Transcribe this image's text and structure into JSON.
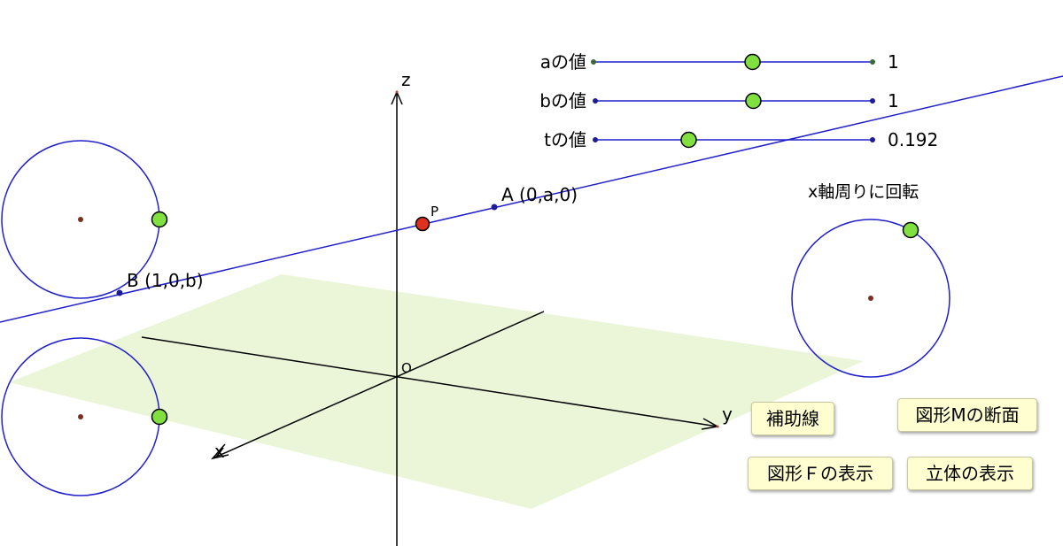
{
  "sliders": [
    {
      "label": "aの値",
      "value": "1",
      "position": 0.57
    },
    {
      "label": "bの値",
      "value": "1",
      "position": 0.57
    },
    {
      "label": "tの値",
      "value": "0.192",
      "position": 0.337
    }
  ],
  "labels": {
    "z_axis": "z",
    "x_axis": "x",
    "y_axis": "y",
    "origin": "O",
    "point_p": "P",
    "point_a": "A (0,a,0)",
    "point_b": "B (1,0,b)",
    "rotation_caption": "x軸周りに回転"
  },
  "buttons": {
    "auxiliary": "補助線",
    "cross_section": "図形Mの断面",
    "show_figure_f": "図形Ｆの表示",
    "show_solid": "立体の表示"
  },
  "colors": {
    "line": "#2020cc",
    "slider_knob": "#80e040",
    "point_p": "#e03020",
    "plane": "#e6f5d0",
    "button_bg": "#fefed0"
  }
}
